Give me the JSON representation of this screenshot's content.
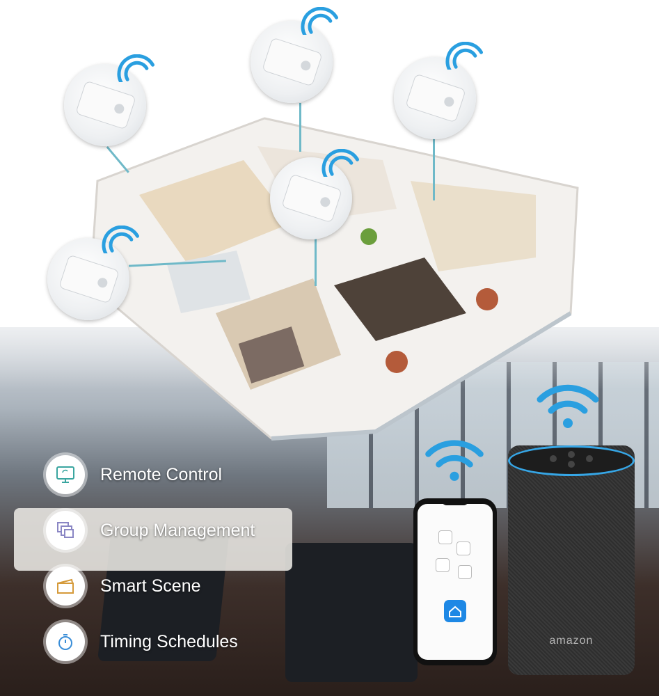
{
  "features": [
    {
      "label": "Remote Control",
      "icon": "monitor-refresh-icon"
    },
    {
      "label": "Group Management",
      "icon": "layers-icon"
    },
    {
      "label": "Smart Scene",
      "icon": "clapperboard-icon"
    },
    {
      "label": "Timing Schedules",
      "icon": "stopwatch-icon"
    }
  ],
  "speaker": {
    "brand": "amazon"
  },
  "colors": {
    "accent": "#2a9fe0",
    "line": "#6fb9c8",
    "ring": "#36a6e6"
  }
}
